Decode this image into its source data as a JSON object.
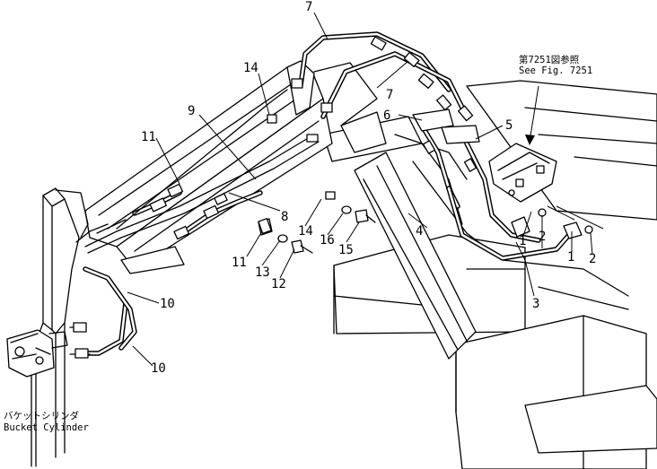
{
  "callouts": [
    {
      "id": "c7a",
      "label": "7"
    },
    {
      "id": "c7b",
      "label": "7"
    },
    {
      "id": "c14a",
      "label": "14"
    },
    {
      "id": "c9",
      "label": "9"
    },
    {
      "id": "c6",
      "label": "6"
    },
    {
      "id": "c5",
      "label": "5"
    },
    {
      "id": "c11a",
      "label": "11"
    },
    {
      "id": "c8",
      "label": "8"
    },
    {
      "id": "c14b",
      "label": "14"
    },
    {
      "id": "c16",
      "label": "16"
    },
    {
      "id": "c15",
      "label": "15"
    },
    {
      "id": "c4",
      "label": "4"
    },
    {
      "id": "c1a",
      "label": "1"
    },
    {
      "id": "c2a",
      "label": "2"
    },
    {
      "id": "c1b",
      "label": "1"
    },
    {
      "id": "c2b",
      "label": "2"
    },
    {
      "id": "c11b",
      "label": "11"
    },
    {
      "id": "c13",
      "label": "13"
    },
    {
      "id": "c12",
      "label": "12"
    },
    {
      "id": "c3",
      "label": "3"
    },
    {
      "id": "c10a",
      "label": "10"
    },
    {
      "id": "c10b",
      "label": "10"
    }
  ],
  "reference_note": {
    "line1": "第7251図参照",
    "line2": "See Fig. 7251"
  },
  "bucket_cylinder_label": {
    "jp": "バケットシリンダ",
    "en": "Bucket  Cylinder"
  }
}
